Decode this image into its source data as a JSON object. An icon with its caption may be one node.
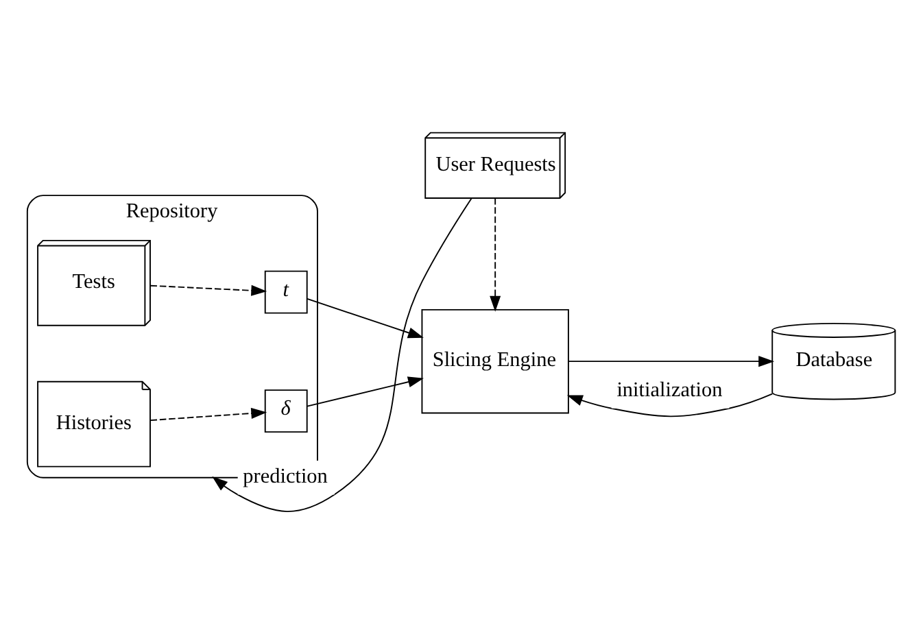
{
  "diagram": {
    "nodes": [
      {
        "text": [
          "User Requests"
        ]
      },
      {
        "text": [
          "Repository"
        ]
      },
      {
        "text": [
          "Tests"
        ],
        "in": 1
      },
      {
        "text": [
          "t"
        ],
        "in": 1
      },
      {
        "text": [
          "Histories"
        ],
        "in": 1
      },
      {
        "text": [
          "δ"
        ],
        "in": 1
      },
      {
        "text": [
          "Slicing Engine"
        ]
      },
      {
        "text": [
          "Database"
        ]
      }
    ],
    "edges": [
      {
        "from": 0,
        "to": 1,
        "arrow": "to",
        "label": "prediction"
      },
      {
        "from": 0,
        "to": 6,
        "arrow": "to",
        "style": "dashed"
      },
      {
        "from": 2,
        "to": 3,
        "arrow": "to",
        "style": "dashed"
      },
      {
        "from": 3,
        "to": 6,
        "arrow": "to"
      },
      {
        "from": 4,
        "to": 5,
        "arrow": "to",
        "style": "dashed"
      },
      {
        "from": 5,
        "to": 6,
        "arrow": "to"
      },
      {
        "from": 6,
        "to": 7,
        "arrow": "to"
      },
      {
        "from": 7,
        "to": 6,
        "arrow": "to",
        "label": "initialization"
      }
    ]
  }
}
